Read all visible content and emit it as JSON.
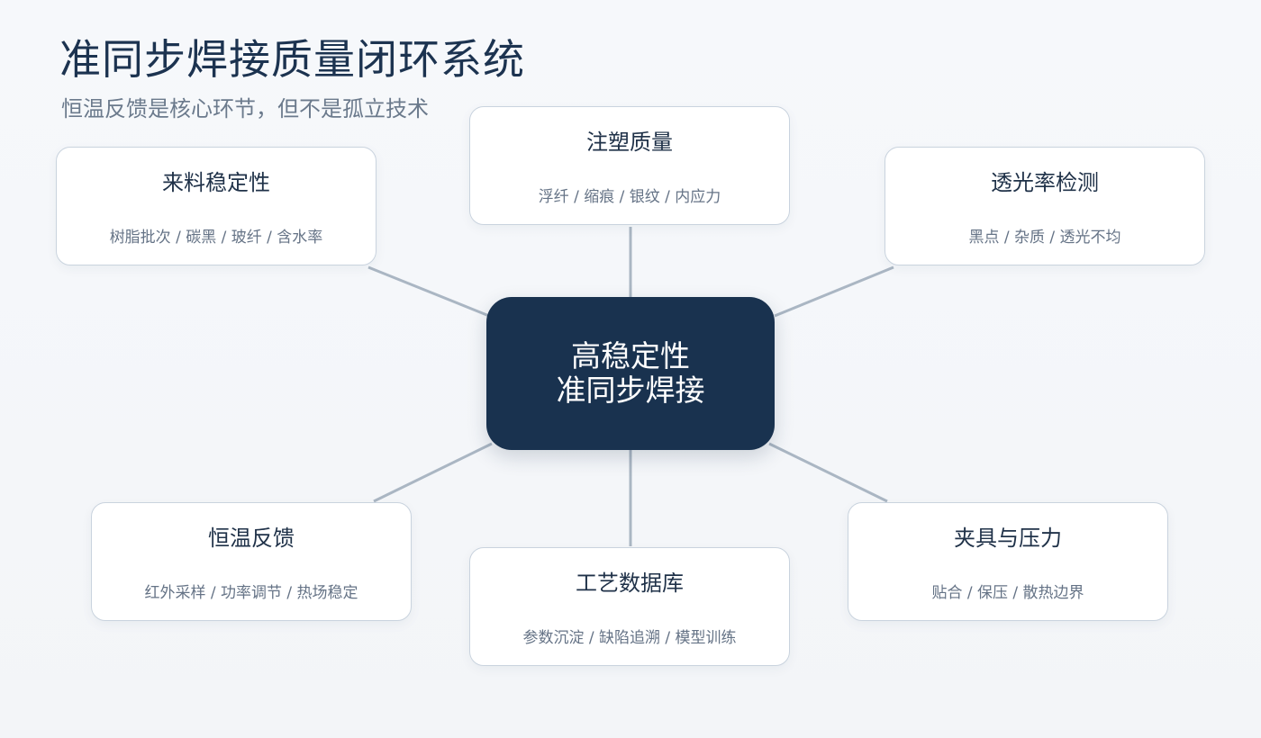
{
  "header": {
    "title": "准同步焊接质量闭环系统",
    "subtitle": "恒温反馈是核心环节，但不是孤立技术"
  },
  "hub": {
    "line1": "高稳定性",
    "line2": "准同步焊接"
  },
  "cards": [
    {
      "title": "来料稳定性",
      "desc": "树脂批次 / 碳黑 / 玻纤 / 含水率"
    },
    {
      "title": "注塑质量",
      "desc": "浮纤 / 缩痕 / 银纹 / 内应力"
    },
    {
      "title": "透光率检测",
      "desc": "黑点 / 杂质 / 透光不均"
    },
    {
      "title": "恒温反馈",
      "desc": "红外采样 / 功率调节 / 热场稳定"
    },
    {
      "title": "工艺数据库",
      "desc": "参数沉淀 / 缺陷追溯 / 模型训练"
    },
    {
      "title": "夹具与压力",
      "desc": "贴合 / 保压 / 散热边界"
    }
  ],
  "colors": {
    "background": "#f4f6f9",
    "hub": "#19324f",
    "card_border": "#c9d3de",
    "connector": "#aab6c3",
    "title": "#1c3350",
    "subtitle": "#6b7a8c"
  }
}
